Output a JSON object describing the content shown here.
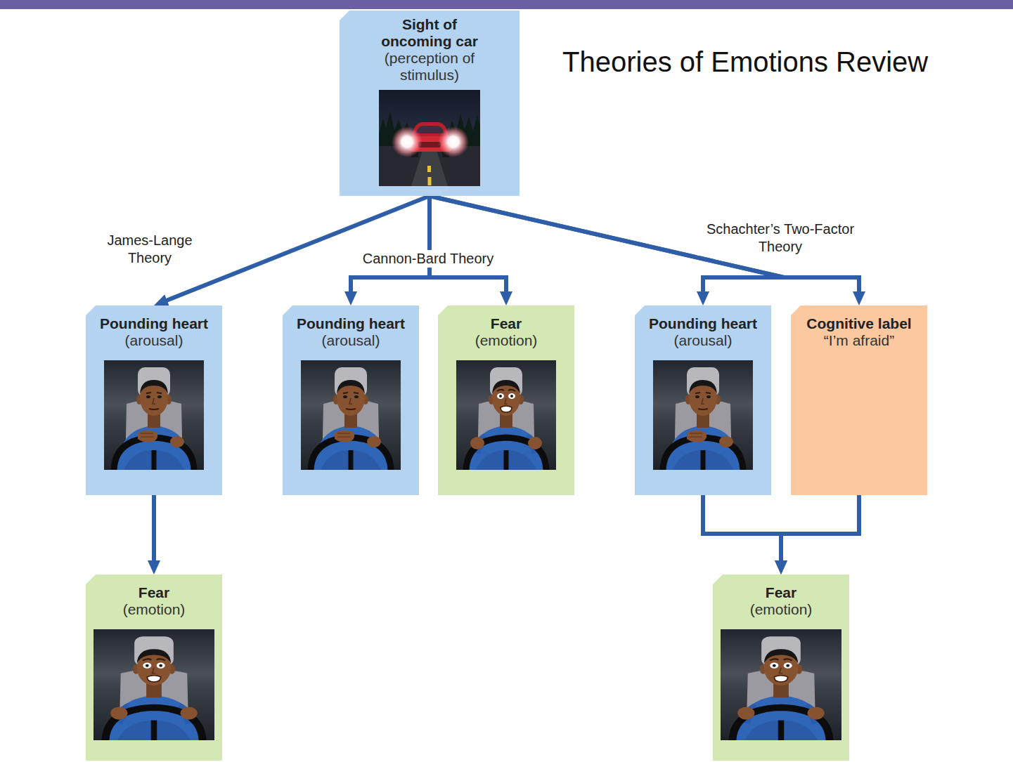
{
  "diagram": {
    "title": "Theories of Emotions Review",
    "nodes": [
      {
        "text": [
          "Sight of oncoming car",
          "(perception of stimulus)"
        ]
      },
      {
        "text": [
          "Pounding heart",
          "(arousal)"
        ]
      },
      {
        "text": [
          "Pounding heart",
          "(arousal)"
        ]
      },
      {
        "text": [
          "Fear",
          "(emotion)"
        ]
      },
      {
        "text": [
          "Pounding heart",
          "(arousal)"
        ]
      },
      {
        "text": [
          "Cognitive label",
          "“I’m afraid”"
        ]
      },
      {
        "text": [
          "Fear",
          "(emotion)"
        ]
      },
      {
        "text": [
          "Fear",
          "(emotion)"
        ]
      }
    ],
    "edges": [
      {
        "from": 0,
        "to": 1,
        "label": "James-Lange Theory",
        "arrow": "to"
      },
      {
        "from": 0,
        "to": 2,
        "label": "Cannon-Bard Theory",
        "arrow": "to"
      },
      {
        "from": 0,
        "to": 3,
        "arrow": "to"
      },
      {
        "from": 0,
        "to": 4,
        "label": "Schachter’s Two-Factor Theory",
        "arrow": "to"
      },
      {
        "from": 0,
        "to": 5,
        "arrow": "to"
      },
      {
        "from": 1,
        "to": 6,
        "arrow": "to"
      },
      {
        "from": 4,
        "to": 7,
        "arrow": "to"
      },
      {
        "from": 5,
        "to": 7,
        "arrow": "to"
      }
    ]
  }
}
